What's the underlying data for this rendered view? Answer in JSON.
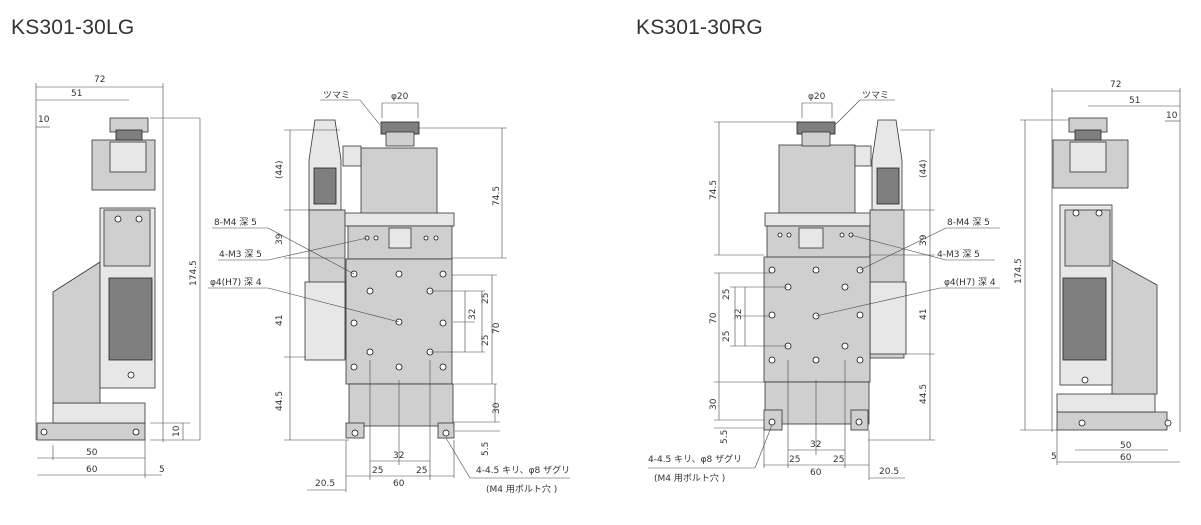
{
  "titles": {
    "left": "KS301-30LG",
    "right": "KS301-30RG"
  },
  "labels": {
    "knob": "ツマミ",
    "phi20": "φ20",
    "m4": "8-M4 深 5",
    "m3": "4-M3 深 5",
    "pin": "φ4(H7) 深 4",
    "hole_note_left": "4-4.5 キリ、φ8 ザグリ",
    "hole_note_right": "4-4.5 キリ、φ8 ザグリ",
    "bolt_note": "(M4 用ボルト穴 )"
  },
  "dims_left": {
    "d72": "72",
    "d51": "51",
    "d10_top": "10",
    "d174": "174.5",
    "d10_bot": "10",
    "d50": "50",
    "d60": "60",
    "d5": "5",
    "d44p": "(44)",
    "d74": "74.5",
    "d39": "39",
    "d41": "41",
    "d44_5": "44.5",
    "d25a": "25",
    "d32v": "32",
    "d25b": "25",
    "d70": "70",
    "d30": "30",
    "d5_5": "5.5",
    "d32h": "32",
    "d25l": "25",
    "d25r": "25",
    "d20_5": "20.5",
    "d60f": "60"
  },
  "dims_right": {
    "d74": "74.5",
    "d44p": "(44)",
    "d39": "39",
    "d41": "41",
    "d44_5": "44.5",
    "d25a": "25",
    "d32v": "32",
    "d70": "70",
    "d25b": "25",
    "d30": "30",
    "d5_5": "5.5",
    "d32h": "32",
    "d25l": "25",
    "d25r": "25",
    "d60f": "60",
    "d20_5": "20.5",
    "d72": "72",
    "d51": "51",
    "d10_top": "10",
    "d174": "174.5",
    "d5": "5",
    "d50": "50",
    "d60": "60"
  }
}
